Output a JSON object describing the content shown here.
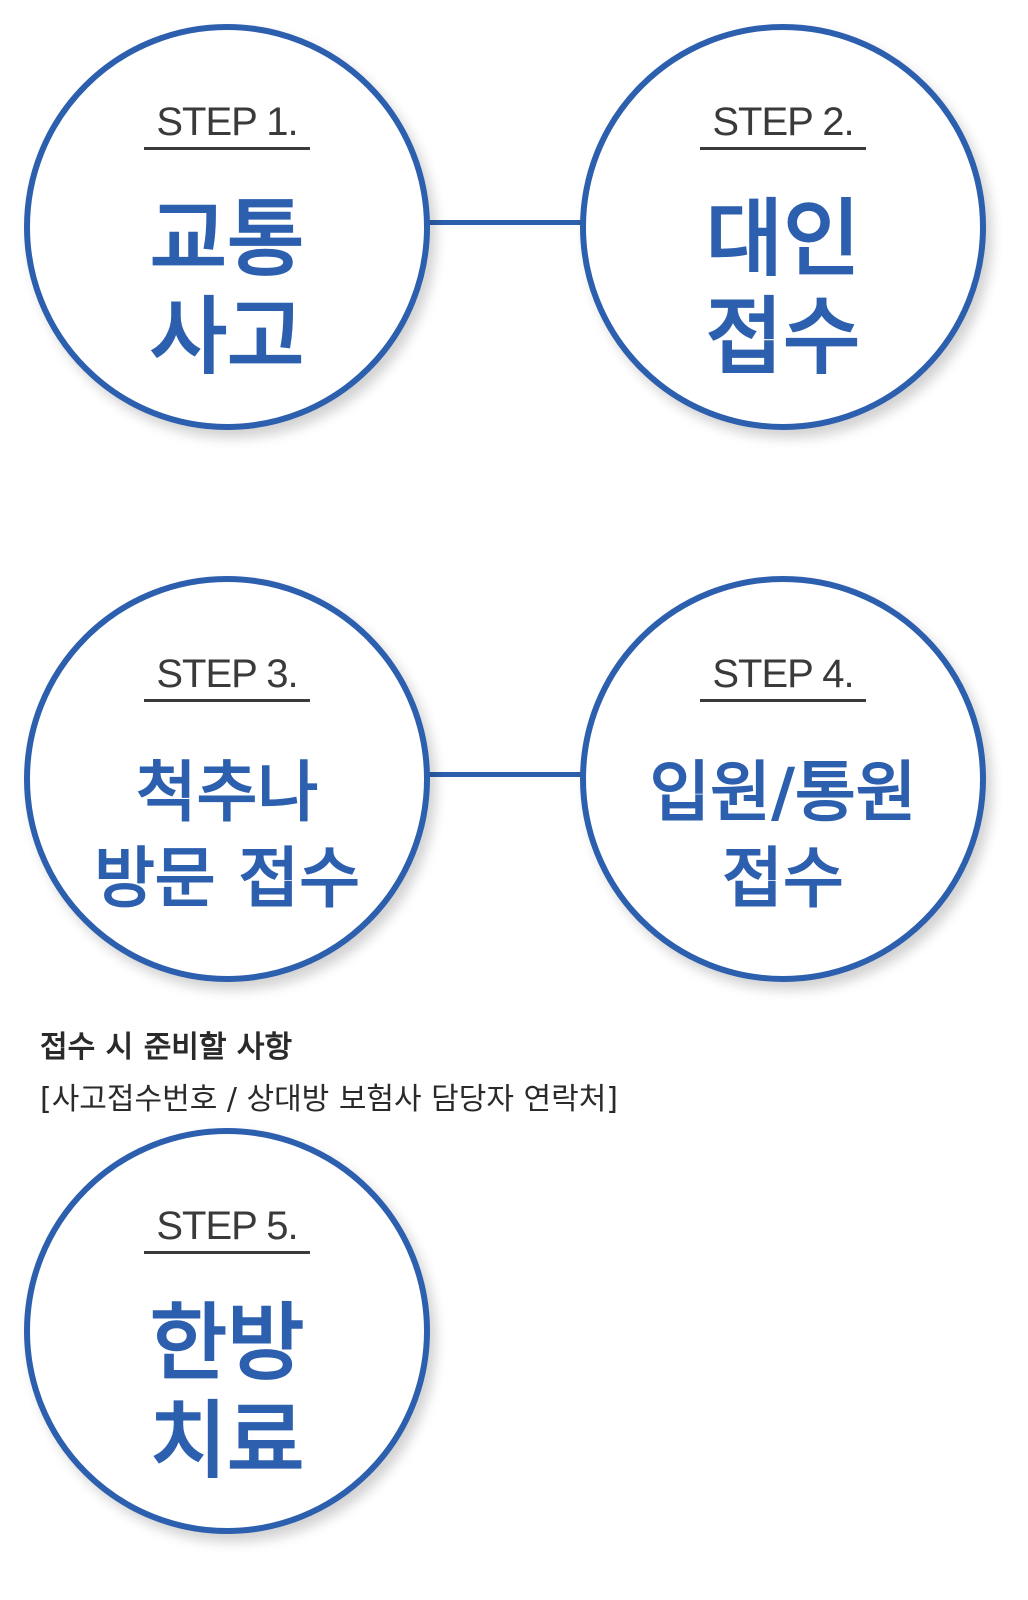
{
  "steps": [
    {
      "label": "STEP 1.",
      "lines": [
        "교통",
        "사고"
      ]
    },
    {
      "label": "STEP 2.",
      "lines": [
        "대인",
        "접수"
      ]
    },
    {
      "label": "STEP 3.",
      "lines": [
        "척추나",
        "방문 접수"
      ]
    },
    {
      "label": "STEP 4.",
      "lines": [
        "입원/통원",
        "접수"
      ]
    },
    {
      "label": "STEP 5.",
      "lines": [
        "한방",
        "치료"
      ]
    }
  ],
  "notes": {
    "heading": "접수 시 준비할 사항",
    "detail": "[사고접수번호 / 상대방 보험사 담당자 연락처]"
  },
  "colors": {
    "accent": "#2c5fae",
    "text": "#3a3a3a"
  }
}
